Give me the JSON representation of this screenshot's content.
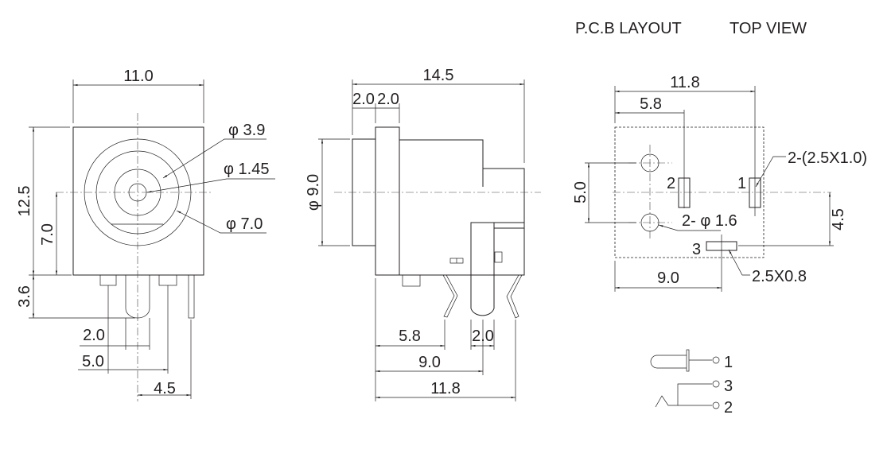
{
  "header": {
    "pcb_layout": "P.C.B LAYOUT",
    "top_view": "TOP VIEW"
  },
  "front_view": {
    "width": "11.0",
    "height": "12.5",
    "center_height": "7.0",
    "pin_length": "3.6",
    "pin_width": "2.0",
    "pin_spacing": "5.0",
    "side_pin_offset": "4.5",
    "dia_inner": "φ 3.9",
    "dia_pin": "φ 1.45",
    "dia_outer": "φ 7.0"
  },
  "side_view": {
    "length": "14.5",
    "cap": "2.0",
    "flange": "2.0",
    "diameter": "φ 9.0",
    "pin1": "5.8",
    "pin_width": "2.0",
    "pin2": "9.0",
    "pin3": "11.8"
  },
  "pcb": {
    "width": "11.8",
    "pad2_offset": "5.8",
    "hole_spacing": "5.0",
    "pad3_offset_v": "4.5",
    "pad3_offset_h": "9.0",
    "pad_label_1": "1",
    "pad_label_2": "2",
    "pad_label_3": "3",
    "pad_size_12": "2-(2.5X1.0)",
    "hole_size": "2- φ 1.6",
    "pad_size_3": "2.5X0.8"
  },
  "schematic": {
    "pin1": "1",
    "pin3": "3",
    "pin2": "2"
  }
}
